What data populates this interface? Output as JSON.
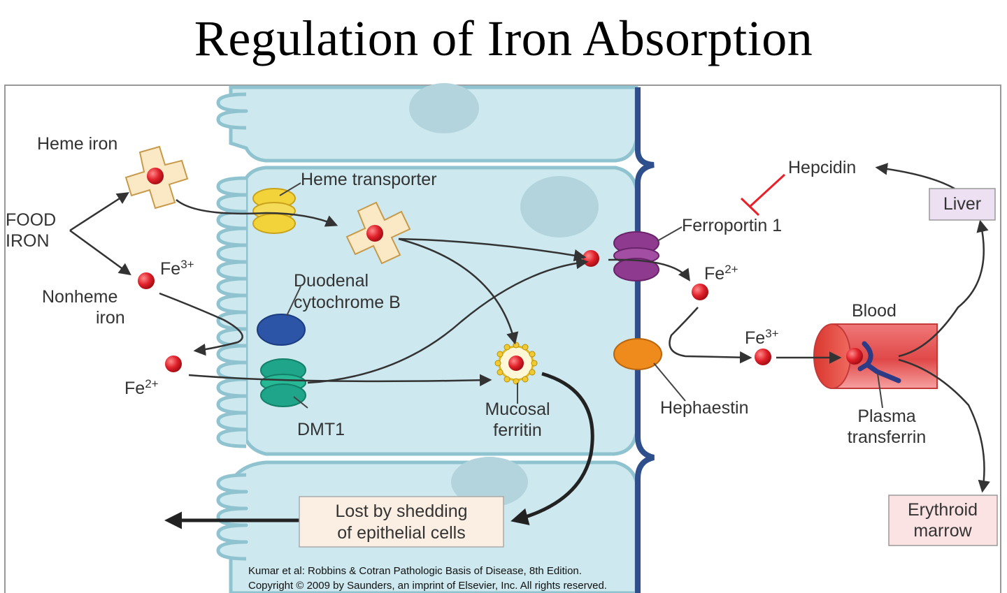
{
  "title": "Regulation of Iron Absorption",
  "labels": {
    "food": "FOOD",
    "iron": "IRON",
    "heme_iron": "Heme iron",
    "heme_transporter": "Heme transporter",
    "fe3_left": "Fe",
    "fe3_left_sup": "3+",
    "nonheme": "Nonheme",
    "nonheme_iron": "iron",
    "duodenal": "Duodenal",
    "cytochrome_b": "cytochrome B",
    "fe2_left": "Fe",
    "fe2_left_sup": "2+",
    "dmt1": "DMT1",
    "mucosal": "Mucosal",
    "ferritin": "ferritin",
    "hepcidin": "Hepcidin",
    "ferroportin": "Ferroportin 1",
    "fe2_right": "Fe",
    "fe2_right_sup": "2+",
    "hephaestin": "Hephaestin",
    "fe3_right": "Fe",
    "fe3_right_sup": "3+",
    "blood": "Blood",
    "plasma": "Plasma",
    "transferrin": "transferrin",
    "liver": "Liver",
    "erythroid": "Erythroid",
    "marrow": "marrow",
    "lost_line1": "Lost by shedding",
    "lost_line2": "of epithelial cells"
  },
  "citation": {
    "line1": "Kumar et al: Robbins & Cotran Pathologic Basis of Disease, 8th Edition.",
    "line2": "Copyright © 2009 by Saunders, an imprint of Elsevier, Inc. All rights reserved."
  },
  "colors": {
    "cell_fill": "#cde8ee",
    "cell_outline": "#8fc3d0",
    "basal_membrane": "#2e4f8c",
    "iron_red": "#e0202a",
    "heme_transporter": "#f2d43a",
    "cytochrome_b": "#2c55a8",
    "dmt1": "#1fa58a",
    "ferroportin": "#8e3a8e",
    "hephaestin": "#ee8b1c",
    "vessel": "#e85050",
    "hepcidin_inhibit": "#e8202a",
    "liver_box": "#ede0f2",
    "erythroid_box": "#fbe3e3",
    "lost_box": "#fbefe4"
  }
}
